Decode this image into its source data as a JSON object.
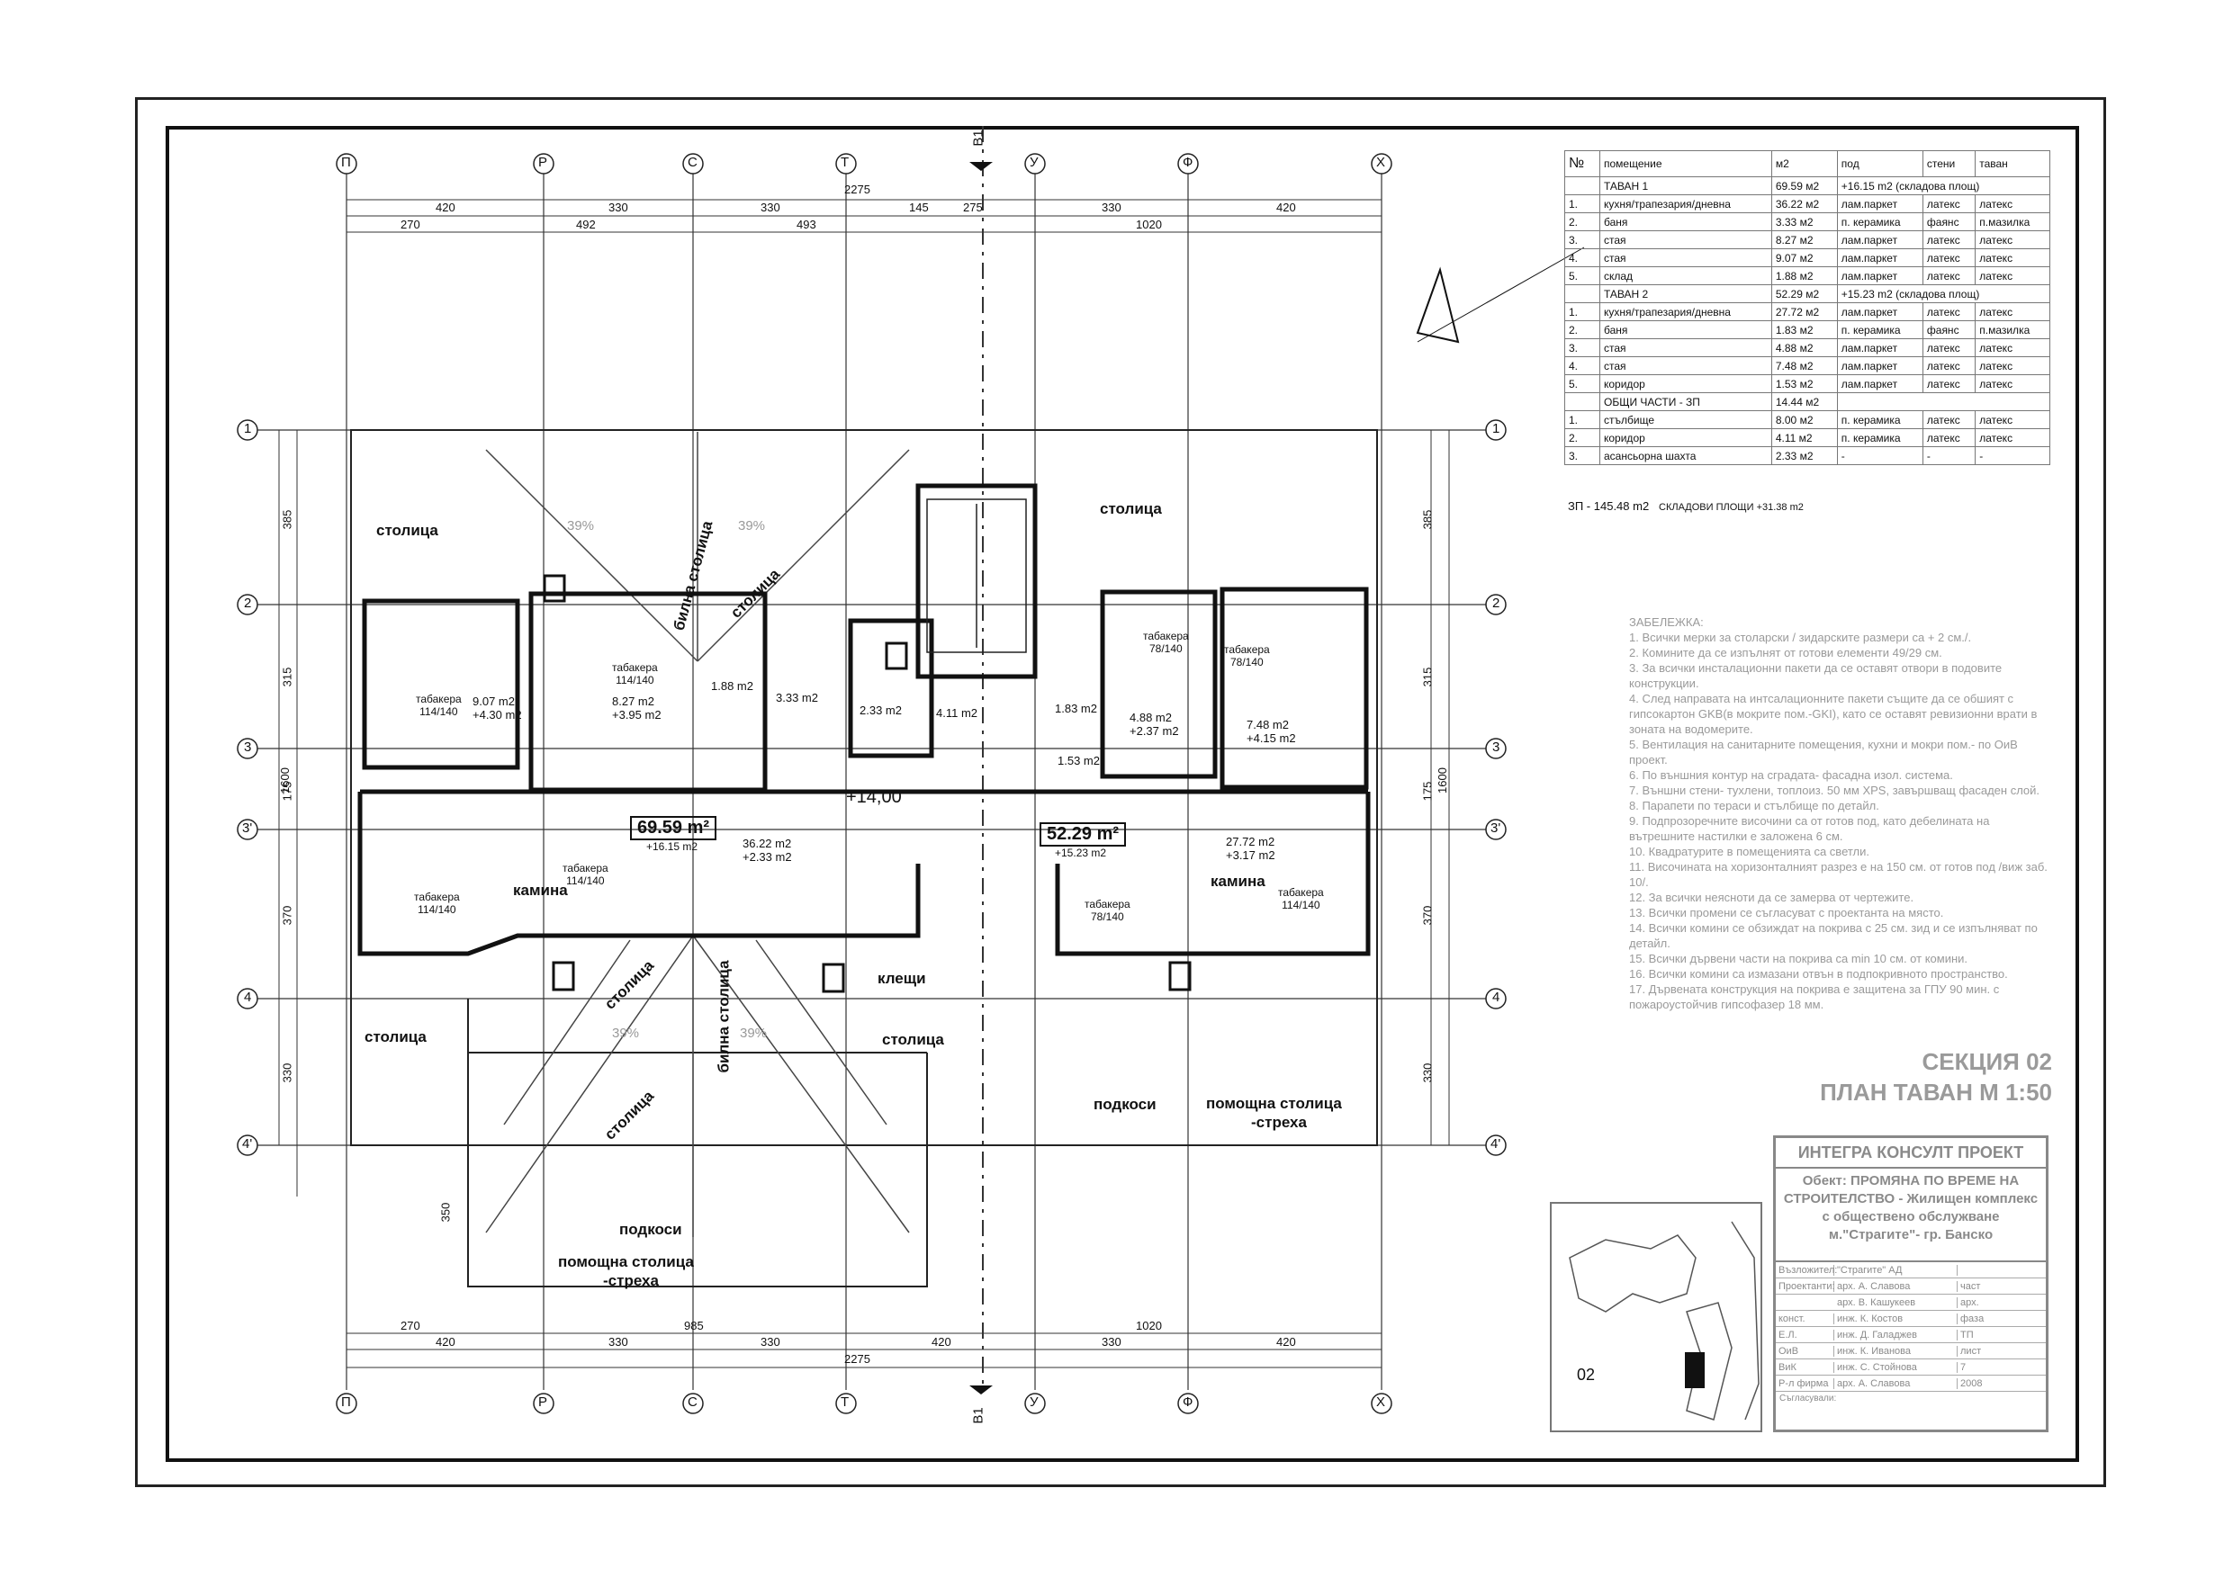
{
  "plan": {
    "axes_top": [
      "П",
      "Р",
      "С",
      "Т",
      "У",
      "Ф",
      "Х"
    ],
    "axes_side": [
      "1",
      "2",
      "3",
      "3'",
      "4",
      "4'"
    ],
    "section_mark_top": "B1",
    "section_mark_bottom": "B1",
    "dims_top_total": "2275",
    "dims_top_row1": [
      "420",
      "330",
      "330",
      "330",
      "420"
    ],
    "dims_top_row2": [
      "270",
      "492",
      "493",
      "145",
      "275",
      "1020"
    ],
    "dims_bottom_total": "2275",
    "dims_bottom_row1": [
      "420",
      "330",
      "330",
      "420",
      "330",
      "420"
    ],
    "dims_bottom_row2": [
      "270",
      "985",
      "1020"
    ],
    "dims_side_total": "1600",
    "dims_side": [
      "385",
      "315",
      "175",
      "370",
      "330"
    ],
    "dims_side_left_extra": "350",
    "labels": {
      "stolitsa": "столица",
      "bilna_stolitsa": "билна столица",
      "kamina": "камина",
      "kleshti": "клещи",
      "podkosi": "подкоси",
      "pomoshtna": "помощна столица",
      "streha": "-стреха",
      "slope": "39%",
      "level": "+14,00"
    },
    "areas": {
      "tavan1": "69.59 m²",
      "tavan1_store": "+16.15 m2",
      "tavan2": "52.29 m²",
      "tavan2_store": "+15.23 m2"
    },
    "room_labels": [
      {
        "t": "табакера",
        "s": "114/140"
      },
      {
        "t": "табакера",
        "s": "78/140"
      },
      {
        "t": "9.07 m2",
        "s": "+4.30 m2"
      },
      {
        "t": "8.27 m2",
        "s": "+3.95 m2"
      },
      {
        "t": "3.33 m2",
        "s": ""
      },
      {
        "t": "1.88 m2",
        "s": ""
      },
      {
        "t": "2.33 m2",
        "s": ""
      },
      {
        "t": "4.11 m2",
        "s": ""
      },
      {
        "t": "36.22 m2",
        "s": "+2.33 m2"
      },
      {
        "t": "4.88 m2",
        "s": "+2.37 m2"
      },
      {
        "t": "7.48 m2",
        "s": "+4.15 m2"
      },
      {
        "t": "27.72 m2",
        "s": "+3.17 m2"
      },
      {
        "t": "1.53 m2",
        "s": ""
      },
      {
        "t": "1.83 m2",
        "s": ""
      }
    ]
  },
  "table": {
    "headers": [
      "№",
      "помещение",
      "м2",
      "под",
      "стени",
      "таван"
    ],
    "groups": [
      {
        "title": "ТАВАН 1",
        "area": "69.59 м2",
        "extra": "+16.15 m2 (складова площ)",
        "rows": [
          [
            "1.",
            "кухня/трапезария/дневна",
            "36.22 м2",
            "лам.паркет",
            "латекс",
            "латекс"
          ],
          [
            "2.",
            "баня",
            "3.33 м2",
            "п. керамика",
            "фаянс",
            "п.мазилка"
          ],
          [
            "3.",
            "стая",
            "8.27 м2",
            "лам.паркет",
            "латекс",
            "латекс"
          ],
          [
            "4.",
            "стая",
            "9.07 м2",
            "лам.паркет",
            "латекс",
            "латекс"
          ],
          [
            "5.",
            "склад",
            "1.88 м2",
            "лам.паркет",
            "латекс",
            "латекс"
          ]
        ]
      },
      {
        "title": "ТАВАН 2",
        "area": "52.29 м2",
        "extra": "+15.23 m2 (складова площ)",
        "rows": [
          [
            "1.",
            "кухня/трапезария/дневна",
            "27.72 м2",
            "лам.паркет",
            "латекс",
            "латекс"
          ],
          [
            "2.",
            "баня",
            "1.83 м2",
            "п. керамика",
            "фаянс",
            "п.мазилка"
          ],
          [
            "3.",
            "стая",
            "4.88 м2",
            "лам.паркет",
            "латекс",
            "латекс"
          ],
          [
            "4.",
            "стая",
            "7.48 м2",
            "лам.паркет",
            "латекс",
            "латекс"
          ],
          [
            "5.",
            "коридор",
            "1.53 м2",
            "лам.паркет",
            "латекс",
            "латекс"
          ]
        ]
      },
      {
        "title": "ОБЩИ ЧАСТИ - ЗП",
        "area": "14.44 м2",
        "extra": "",
        "rows": [
          [
            "1.",
            "стълбище",
            "8.00 м2",
            "п. керамика",
            "латекс",
            "латекс"
          ],
          [
            "2.",
            "коридор",
            "4.11 м2",
            "п. керамика",
            "латекс",
            "латекс"
          ],
          [
            "3.",
            "асансьорна шахта",
            "2.33 м2",
            "-",
            "-",
            "-"
          ]
        ]
      }
    ],
    "zp_summary": "ЗП - 145.48 m2",
    "storage_summary": "СКЛАДОВИ ПЛОЩИ  +31.38 m2"
  },
  "notes": {
    "title": "ЗАБЕЛЕЖКА:",
    "items": [
      "1. Всички мерки за столарски / зидарските размери  са + 2 см./.",
      "2. Комините да се изпълнят от готови елементи 49/29 см.",
      "3. За всички инсталационни пакети да се оставят отвори в подовите конструкции.",
      "4. След направата на интсалационните пакети същите да се обшият с гипсокартон GKB(в мокрите пом.-GKI), като се оставят ревизионни врати в зоната на водомерите.",
      "5.  Вентилация на санитарните помещения, кухни и мокри пом.- по ОиВ проект.",
      "6. По външния контур на сградата- фасадна изол. система.",
      "7. Външни стени- тухлени, топлоиз. 50 мм XPS, завършващ фасаден слой.",
      "8. Парапети по тераси и стълбище по детайл.",
      "9. Подпрозоречните височини са от готов под, като дебелината на вътрешните настилки е заложена 6 см.",
      "10. Квадратурите в помещенията са светли.",
      "11. Височината на хоризонталният разрез е на 150 см. от готов под /виж заб. 10/.",
      "12. За всички неясноти да се замерва от чертежите.",
      "13. Всички промени се съгласуват с проектанта на място.",
      "14. Всички комини се обзиждат на покрива с 25 см. зид и се изпълняват по детайл.",
      "15. Всички дървени части на покрива са min 10 см. от комини.",
      "16. Всички комини са измазани отвън в подпокривното пространство.",
      "17. Дървената конструкция на покрива е защитена за ГПУ 90 мин. с пожароустойчив гипсофазер 18 мм."
    ]
  },
  "section": {
    "line1": "СЕКЦИЯ 02",
    "line2": "ПЛАН ТАВАН М 1:50"
  },
  "title_block": {
    "company": "ИНТЕГРА КОНСУЛТ ПРОЕКТ",
    "object": "Обект: ПРОМЯНА ПО ВРЕМЕ НА СТРОИТЕЛСТВО - Жилищен комплекс с обществено обслужване м.\"Страгите\"- гр. Банско",
    "rows": [
      {
        "label": "Възложител:",
        "name": "\"Страгите\" АД",
        "extra": ""
      },
      {
        "label": "Проектанти:",
        "name": "арх. А. Славова",
        "extra": "част"
      },
      {
        "label": "",
        "name": "арх. В. Кашукеев",
        "extra": "арх."
      },
      {
        "label": "конст.",
        "name": "инж. К. Костов",
        "extra": "фаза"
      },
      {
        "label": "Е.Л.",
        "name": "инж. Д. Галаджев",
        "extra": "ТП"
      },
      {
        "label": "ОиВ",
        "name": "инж. К. Иванова",
        "extra": "лист"
      },
      {
        "label": "ВиК",
        "name": "инж. С. Стойнова",
        "extra": "7"
      },
      {
        "label": "Р-л фирма",
        "name": "арх. А. Славова",
        "extra": "2008"
      }
    ],
    "side_label": "Съгласували:"
  },
  "keymap": {
    "label": "02"
  }
}
